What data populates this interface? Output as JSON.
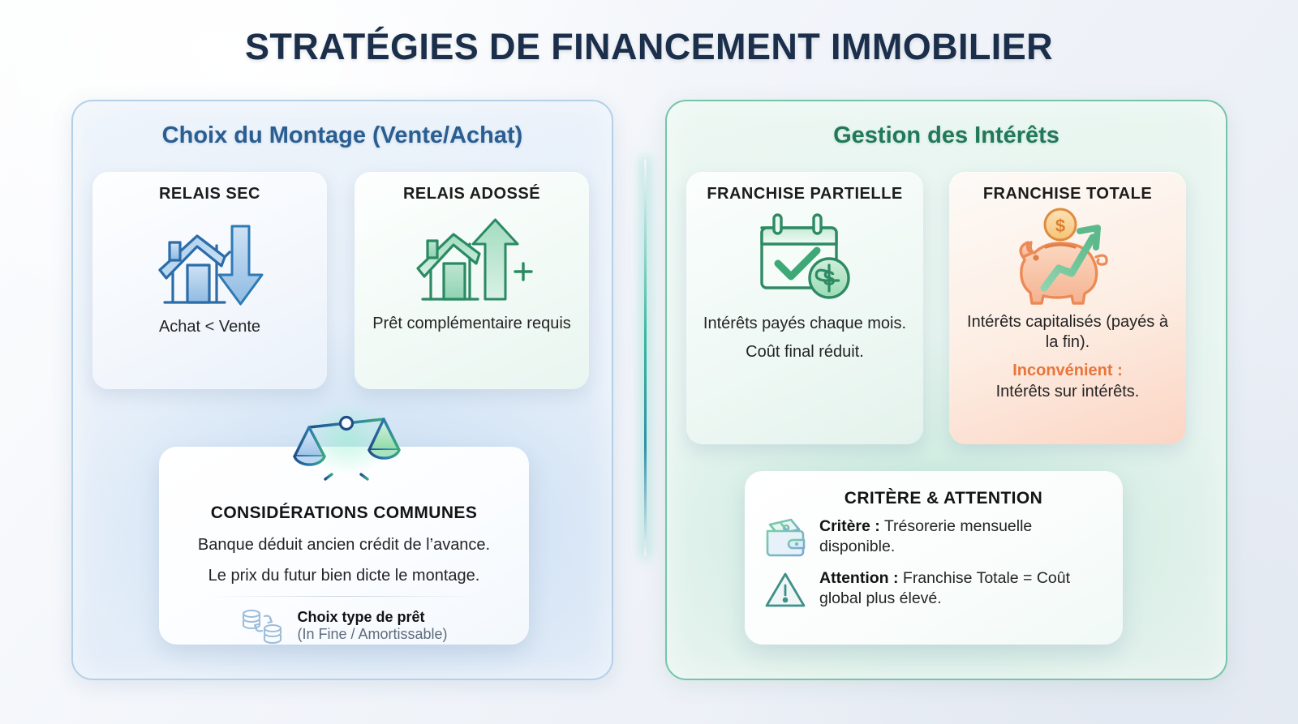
{
  "title": "STRATÉGIES DE FINANCEMENT IMMOBILIER",
  "colors": {
    "title": "#1b2f4b",
    "left_accent": "#2a5e91",
    "right_accent": "#21785a",
    "warning": "#e8763c",
    "left_panel_border": "#b3d0e8",
    "right_panel_border": "#76c5a6"
  },
  "left_panel": {
    "heading": "Choix du Montage (Vente/Achat)",
    "cards": [
      {
        "title": "RELAIS SEC",
        "icon": "house-with-down-arrow-icon",
        "body": [
          "Achat < Vente"
        ]
      },
      {
        "title": "RELAIS ADOSSÉ",
        "icon": "house-with-up-arrow-plus-icon",
        "body": [
          "Prêt complémentaire requis"
        ]
      }
    ],
    "summary": {
      "icon": "balance-scales-icon",
      "title": "CONSIDÉRATIONS COMMUNES",
      "lines": [
        "Banque déduit ancien crédit de l’avance.",
        "Le prix du futur bien dicte le montage."
      ],
      "footnote": {
        "icon": "coin-stacks-exchange-icon",
        "label": "Choix type de prêt",
        "detail": "(In Fine / Amortissable)"
      }
    }
  },
  "right_panel": {
    "heading": "Gestion des Intérêts",
    "cards": [
      {
        "title": "FRANCHISE PARTIELLE",
        "icon": "calendar-check-dollar-icon",
        "body": [
          "Intérêts payés chaque mois.",
          "Coût final réduit."
        ]
      },
      {
        "title": "FRANCHISE TOTALE",
        "icon": "piggy-bank-growth-icon",
        "body": [
          "Intérêts capitalisés (payés à la fin)."
        ],
        "warning_label": "Inconvénient :",
        "warning_body": "Intérêts sur intérêts."
      }
    ],
    "summary": {
      "title": "CRITÈRE & ATTENTION",
      "rows": [
        {
          "icon": "wallet-money-icon",
          "label": "Critère :",
          "text": " Trésorerie mensuelle disponible."
        },
        {
          "icon": "warning-triangle-icon",
          "label": "Attention :",
          "text": " Franchise Totale = Coût global plus élevé."
        }
      ]
    }
  }
}
